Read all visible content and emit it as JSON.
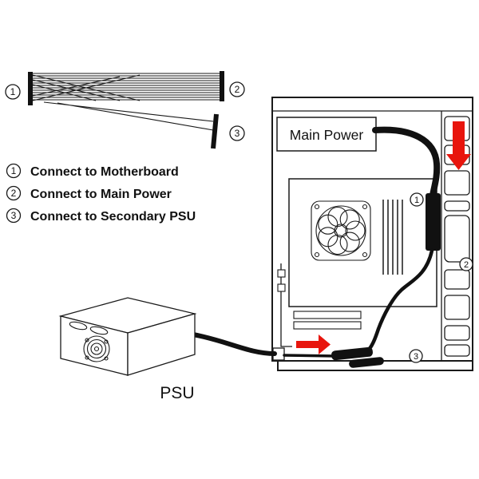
{
  "colors": {
    "ink": "#1a1a1a",
    "red": "#e8150d",
    "background": "#ffffff"
  },
  "ribbon": {
    "callout1": "1",
    "callout2": "2",
    "callout3": "3"
  },
  "legend": {
    "items": [
      {
        "num": "1",
        "label": "Connect to Motherboard"
      },
      {
        "num": "2",
        "label": "Connect to Main Power"
      },
      {
        "num": "3",
        "label": "Connect to Secondary PSU"
      }
    ]
  },
  "case_panel": {
    "main_power_label": "Main Power",
    "callout1": "1",
    "callout2": "2",
    "callout3": "3"
  },
  "psu": {
    "label": "PSU"
  }
}
